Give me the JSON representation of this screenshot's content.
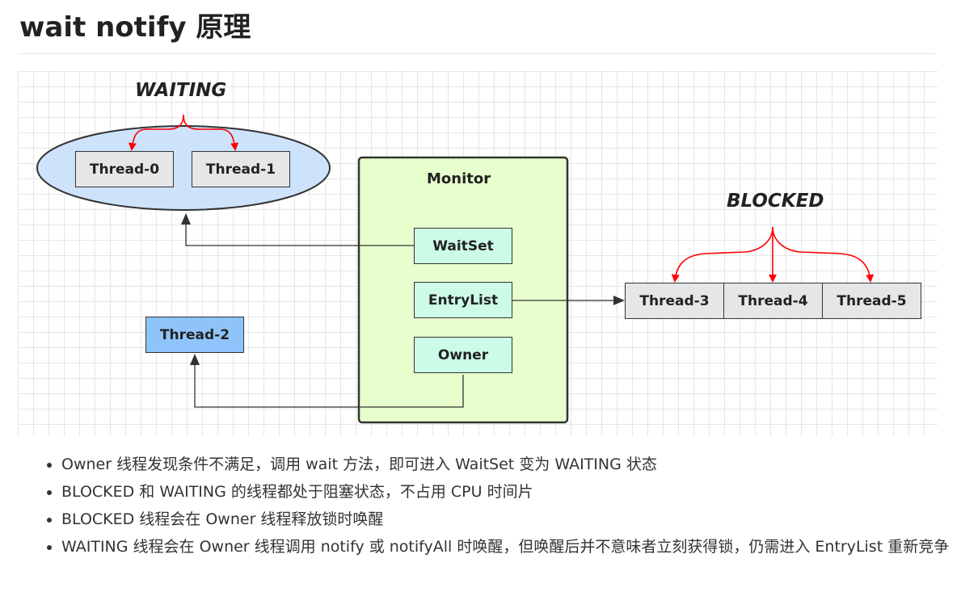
{
  "page": {
    "title": "wait notify 原理"
  },
  "diagram": {
    "waiting_label": "WAITING",
    "blocked_label": "BLOCKED",
    "monitor_title": "Monitor",
    "waitset_label": "WaitSet",
    "entrylist_label": "EntryList",
    "owner_label": "Owner",
    "threads": {
      "t0": "Thread-0",
      "t1": "Thread-1",
      "t2": "Thread-2",
      "t3": "Thread-3",
      "t4": "Thread-4",
      "t5": "Thread-5"
    },
    "colors": {
      "ellipse_fill": "#cde3fb",
      "monitor_fill": "#e6ffcc",
      "inner_box_fill": "#ccfbe8",
      "thread_box_fill": "#e6e6e6",
      "owner_thread_fill": "#8fc4fb",
      "state_arrow": "#ff0000",
      "connector": "#333333"
    }
  },
  "notes": {
    "items": [
      "Owner 线程发现条件不满足，调用 wait 方法，即可进入 WaitSet 变为 WAITING 状态",
      "BLOCKED 和 WAITING 的线程都处于阻塞状态，不占用 CPU 时间片",
      "BLOCKED 线程会在 Owner 线程释放锁时唤醒",
      "WAITING 线程会在 Owner 线程调用 notify 或 notifyAll 时唤醒，但唤醒后并不意味者立刻获得锁，仍需进入 EntryList 重新竞争"
    ]
  }
}
